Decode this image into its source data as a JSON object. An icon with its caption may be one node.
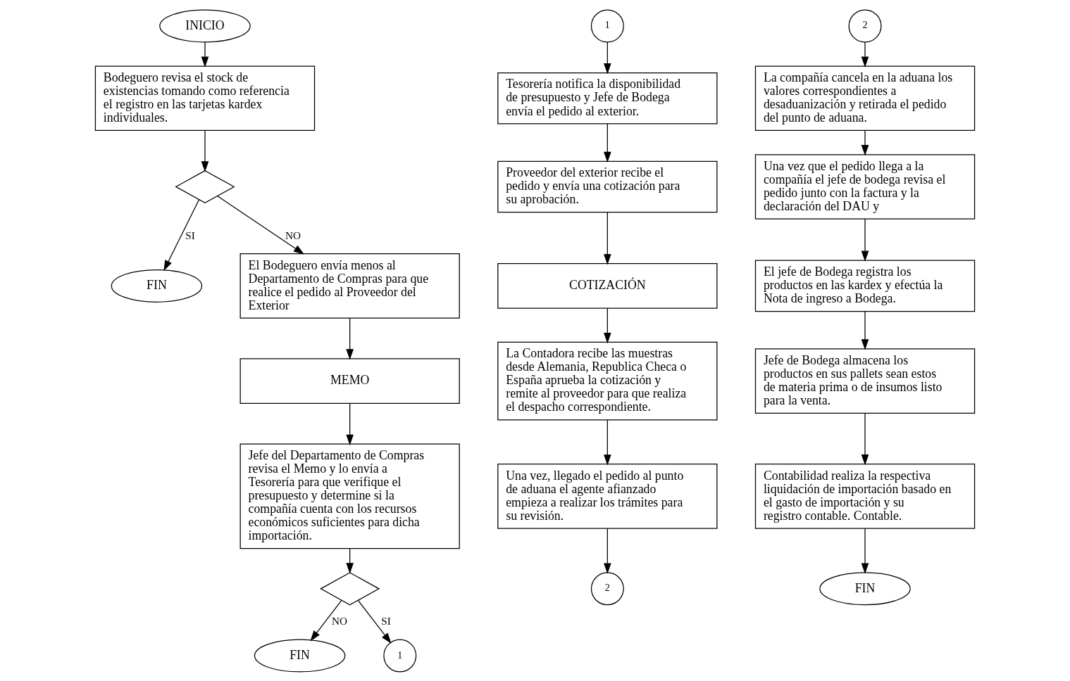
{
  "diagram": {
    "nodes": [
      {
        "text": [
          "INICIO"
        ]
      },
      {
        "text": [
          "Bodeguero revisa el stock de existencias tomando como referencia el registro en las tarjetas kardex individuales."
        ]
      },
      {
        "text": [],
        "shape": "diamond"
      },
      {
        "text": [
          "FIN"
        ]
      },
      {
        "text": [
          "El Bodeguero envía menos al Departamento de Compras para que realice el pedido al Proveedor del Exterior"
        ]
      },
      {
        "text": [
          "MEMO"
        ]
      },
      {
        "text": [
          "Jefe del Departamento de Compras revisa el Memo y lo envía a Tesorería para que verifique el presupuesto y determine si la compañía cuenta con los recursos económicos suficientes para dicha importación."
        ]
      },
      {
        "text": [],
        "shape": "diamond"
      },
      {
        "text": [
          "FIN"
        ]
      },
      {
        "text": [
          "1"
        ]
      },
      {
        "text": [
          "1"
        ]
      },
      {
        "text": [
          "Tesorería notifica la disponibilidad de presupuesto y Jefe de Bodega envía el pedido al exterior."
        ]
      },
      {
        "text": [
          "Proveedor del exterior recibe el pedido y envía una cotización para su aprobación."
        ]
      },
      {
        "text": [
          "COTIZACIÓN"
        ]
      },
      {
        "text": [
          "La Contadora recibe las muestras desde Alemania, Republica Checa o España aprueba la cotización y remite al proveedor para que realiza el despacho correspondiente."
        ]
      },
      {
        "text": [
          "Una vez, llegado el pedido al punto de aduana el agente afianzado empieza a realizar los trámites para su revisión."
        ]
      },
      {
        "text": [
          "2"
        ]
      },
      {
        "text": [
          "2"
        ]
      },
      {
        "text": [
          "La compañía cancela en la aduana los valores correspondientes a desaduanización y retirada el pedido del punto de aduana."
        ]
      },
      {
        "text": [
          "Una vez que el pedido llega a la compañía el jefe de bodega revisa el pedido junto con la factura y la declaración del DAU y"
        ]
      },
      {
        "text": [
          "El jefe de Bodega registra los productos en las kardex y efectúa la Nota de ingreso a Bodega."
        ]
      },
      {
        "text": [
          "Jefe de Bodega almacena los productos en sus pallets sean estos de materia prima o de insumos listo para la venta."
        ]
      },
      {
        "text": [
          "Contabilidad realiza la respectiva liquidación de importación basado en el gasto de importación y su registro contable. Contable."
        ]
      },
      {
        "text": [
          "FIN"
        ]
      }
    ],
    "edges": [
      {
        "from": 0,
        "to": 1,
        "arrow": "to"
      },
      {
        "from": 1,
        "to": 2,
        "arrow": "to"
      },
      {
        "from": 2,
        "to": 3,
        "arrow": "to",
        "label": "SI"
      },
      {
        "from": 2,
        "to": 4,
        "arrow": "to",
        "label": "NO"
      },
      {
        "from": 4,
        "to": 5,
        "arrow": "to"
      },
      {
        "from": 5,
        "to": 6,
        "arrow": "to"
      },
      {
        "from": 6,
        "to": 7,
        "arrow": "to"
      },
      {
        "from": 7,
        "to": 8,
        "arrow": "to",
        "label": "NO"
      },
      {
        "from": 7,
        "to": 9,
        "arrow": "to",
        "label": "SI"
      },
      {
        "from": 10,
        "to": 11,
        "arrow": "to"
      },
      {
        "from": 11,
        "to": 12,
        "arrow": "to"
      },
      {
        "from": 12,
        "to": 13,
        "arrow": "to"
      },
      {
        "from": 13,
        "to": 14,
        "arrow": "to"
      },
      {
        "from": 14,
        "to": 15,
        "arrow": "to"
      },
      {
        "from": 15,
        "to": 16,
        "arrow": "to"
      },
      {
        "from": 17,
        "to": 18,
        "arrow": "to"
      },
      {
        "from": 18,
        "to": 19,
        "arrow": "to"
      },
      {
        "from": 19,
        "to": 20,
        "arrow": "to"
      },
      {
        "from": 20,
        "to": 21,
        "arrow": "to"
      },
      {
        "from": 21,
        "to": 22,
        "arrow": "to"
      },
      {
        "from": 22,
        "to": 23,
        "arrow": "to"
      }
    ]
  }
}
